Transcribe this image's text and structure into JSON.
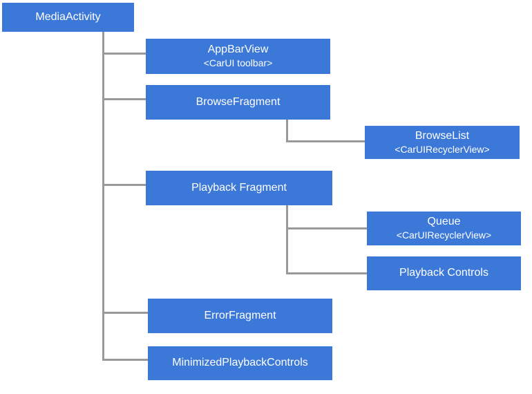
{
  "colors": {
    "node_fill": "#3C78D8",
    "node_text": "#FFFFFF",
    "connector": "#9A9A9A",
    "background": "#FFFFFF"
  },
  "nodes": {
    "media_activity": {
      "label": "MediaActivity"
    },
    "app_bar_view": {
      "label": "AppBarView",
      "sublabel": "<CarUI toolbar>"
    },
    "browse_fragment": {
      "label": "BrowseFragment"
    },
    "browse_list": {
      "label": "BrowseList",
      "sublabel": "<CarUIRecyclerView>"
    },
    "playback_fragment": {
      "label": "Playback Fragment"
    },
    "queue": {
      "label": "Queue",
      "sublabel": "<CarUIRecyclerView>"
    },
    "playback_controls": {
      "label": "Playback Controls"
    },
    "error_fragment": {
      "label": "ErrorFragment"
    },
    "minimized_playback_controls": {
      "label": "MinimizedPlaybackControls"
    }
  },
  "edges": [
    {
      "from": "MediaActivity",
      "to": "AppBarView"
    },
    {
      "from": "MediaActivity",
      "to": "BrowseFragment"
    },
    {
      "from": "MediaActivity",
      "to": "Playback Fragment"
    },
    {
      "from": "MediaActivity",
      "to": "ErrorFragment"
    },
    {
      "from": "MediaActivity",
      "to": "MinimizedPlaybackControls"
    },
    {
      "from": "BrowseFragment",
      "to": "BrowseList"
    },
    {
      "from": "Playback Fragment",
      "to": "Queue"
    },
    {
      "from": "Playback Fragment",
      "to": "Playback Controls"
    }
  ]
}
